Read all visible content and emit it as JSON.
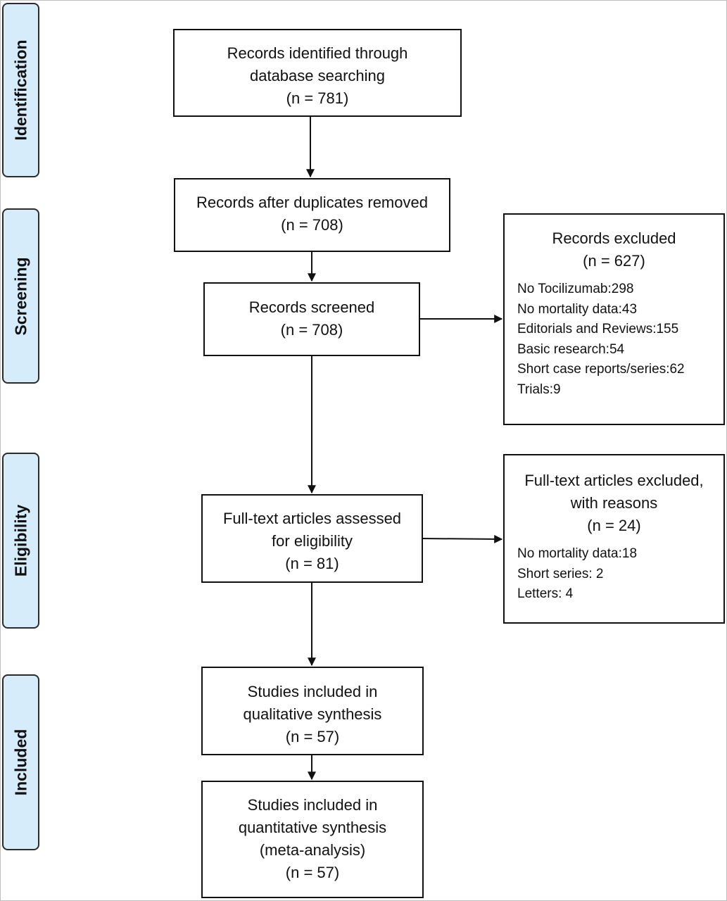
{
  "stages": {
    "identification": "Identification",
    "screening": "Screening",
    "eligibility": "Eligibility",
    "included": "Included"
  },
  "boxes": {
    "identified": {
      "line1": "Records identified through",
      "line2": "database searching",
      "count": "(n = 781)"
    },
    "after_duplicates": {
      "line1": "Records after duplicates removed",
      "count": "(n = 708)"
    },
    "screened": {
      "line1": "Records screened",
      "count": "(n = 708)"
    },
    "full_text": {
      "line1": "Full-text articles assessed",
      "line2": "for eligibility",
      "count": "(n = 81)"
    },
    "qualitative": {
      "line1": "Studies included in",
      "line2": "qualitative synthesis",
      "count": "(n = 57)"
    },
    "quantitative": {
      "line1": "Studies included in",
      "line2": "quantitative synthesis",
      "line3": "(meta-analysis)",
      "count": "(n = 57)"
    }
  },
  "records_excluded": {
    "title": "Records excluded",
    "count": "(n = 627)",
    "reasons": [
      "No Tocilizumab:298",
      "No mortality data:43",
      "Editorials and Reviews:155",
      "Basic research:54",
      "Short case reports/series:62",
      "Trials:9"
    ]
  },
  "fulltext_excluded": {
    "title1": "Full-text articles excluded,",
    "title2": "with reasons",
    "count": "(n = 24)",
    "reasons": [
      "No mortality data:18",
      "Short series: 2",
      "Letters: 4"
    ]
  }
}
